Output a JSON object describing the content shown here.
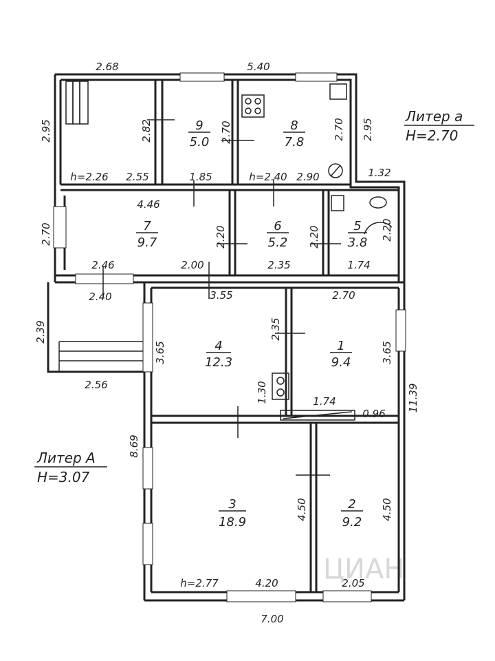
{
  "plan": {
    "legend_a": {
      "name": "Литер а",
      "height": "H=2.70"
    },
    "legend_A": {
      "name": "Литер А",
      "height": "H=3.07"
    },
    "watermark": "ЦИАН",
    "rooms": [
      {
        "id": "room-1",
        "number": "1",
        "area": "9.4"
      },
      {
        "id": "room-2",
        "number": "2",
        "area": "9.2"
      },
      {
        "id": "room-3",
        "number": "3",
        "area": "18.9"
      },
      {
        "id": "room-4",
        "number": "4",
        "area": "12.3"
      },
      {
        "id": "room-5",
        "number": "5",
        "area": "3.8"
      },
      {
        "id": "room-6",
        "number": "6",
        "area": "5.2"
      },
      {
        "id": "room-7",
        "number": "7",
        "area": "9.7"
      },
      {
        "id": "room-8",
        "number": "8",
        "area": "7.8"
      },
      {
        "id": "room-9",
        "number": "9",
        "area": "5.0"
      }
    ],
    "dimensions": {
      "top_left": "2.68",
      "top_mid": "5.40",
      "left_top": "2.95",
      "r9_left": "2.82",
      "r9_bottom": "1.85",
      "r9_h": "h=2.26",
      "porch_w": "2.55",
      "r8_left": "2.70",
      "r8_right": "2.70",
      "r8_h": "h=2.40",
      "r8_bottom": "2.90",
      "right_top": "2.95",
      "step": "1.32",
      "r7_top": "4.46",
      "r7_left": "2.70",
      "r7_right": "2.20",
      "r7_b1": "2.46",
      "r7_b2": "2.00",
      "r6_left": "2.20",
      "r6_bottom": "2.35",
      "r5_right": "2.20",
      "r5_bottom": "1.74",
      "veranda_top": "2.40",
      "veranda_left": "2.39",
      "veranda_bottom": "2.56",
      "r4_top": "3.55",
      "r4_left": "3.65",
      "r4_right": "2.35",
      "r4_b": "1.30",
      "r1_top": "2.70",
      "r1_right": "3.65",
      "r1_b1": "1.74",
      "r1_b2": "0.96",
      "total_right": "11.39",
      "total_left": "8.69",
      "r3_right": "4.50",
      "r3_h": "h=2.77",
      "r3_bottom": "4.20",
      "r2_right": "4.50",
      "r2_bottom": "2.05",
      "total_bottom": "7.00"
    }
  }
}
